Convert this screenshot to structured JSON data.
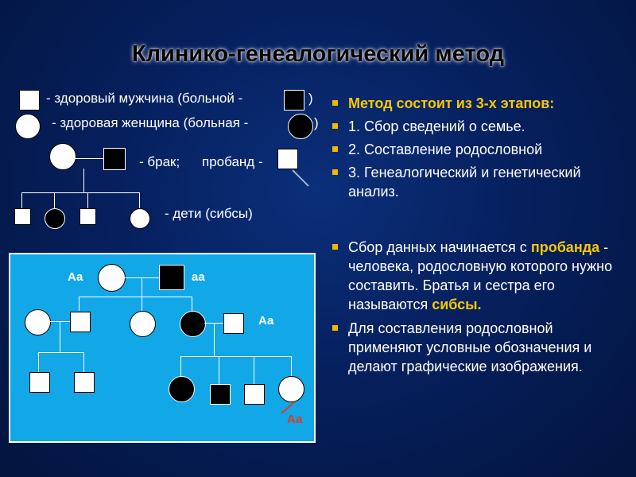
{
  "title": "Клинико-генеалогический метод",
  "legend": {
    "healthy_male": "- здоровый мужчина (больной -",
    "healthy_male_close": ")",
    "healthy_female": "- здоровая женщина (больная -",
    "healthy_female_close": ")",
    "marriage": "- брак;",
    "proband": "пробанд -",
    "children": "- дети (сибсы)"
  },
  "pedigree": {
    "genotype_aa_dom": "Аа",
    "genotype_aa_rec": "аа",
    "genotype_son_in_law": "Аа",
    "genotype_proband": "Аа"
  },
  "method": {
    "heading": "Метод состоит из 3-х этапов:",
    "step1": "1. Сбор сведений о семье.",
    "step2": "2. Составление родословной",
    "step3": "3. Генеалогический и генетический анализ.",
    "para1_start": "Сбор данных начинается с",
    "para1_highlight": "пробанда",
    "para1_mid": " - человека, родословную которого нужно составить. Братья и сестра его называются ",
    "para1_highlight2": "сибсы.",
    "para2": "Для составления родословной применяют условные обозначения и делают графические изображения."
  },
  "colors": {
    "accent": "#f5c800",
    "panel": "#12a7e6",
    "background": "#06205e"
  }
}
